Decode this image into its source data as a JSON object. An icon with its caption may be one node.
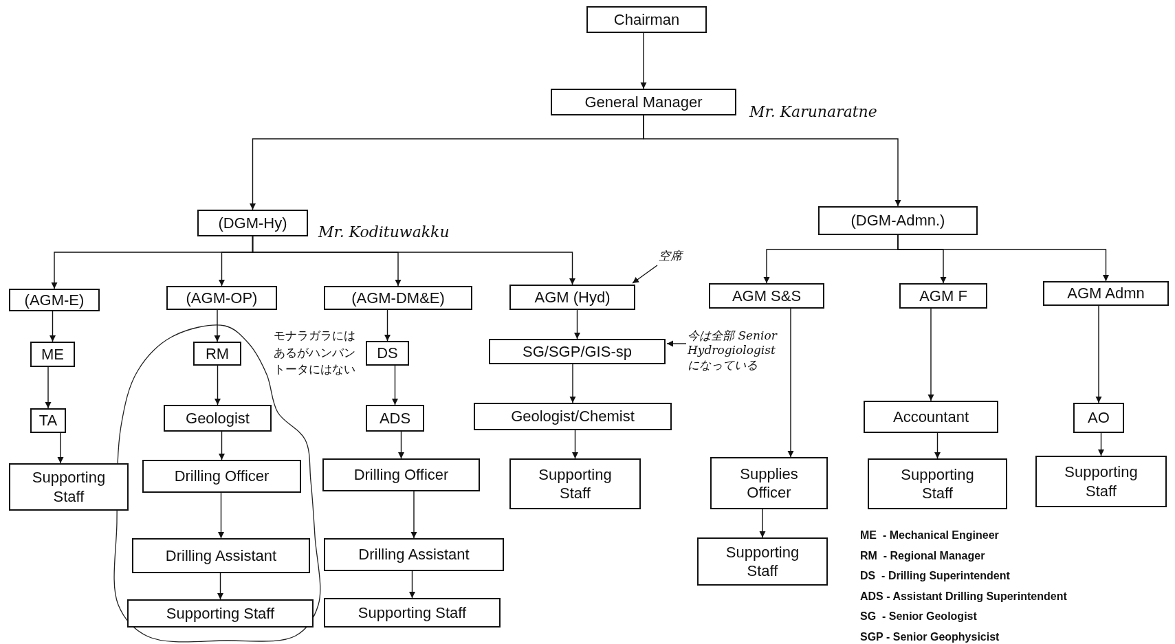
{
  "diagram": {
    "nodes": [
      {
        "text": [
          "Chairman"
        ]
      },
      {
        "text": [
          "General Manager"
        ],
        "beside": [
          "Mr. Karunaratne"
        ]
      },
      {
        "text": [
          "(DGM-Hy)"
        ],
        "beside": [
          "Mr. Kodituwakku"
        ]
      },
      {
        "text": [
          "(DGM-Admn.)"
        ]
      },
      {
        "text": [
          "(AGM-E)"
        ]
      },
      {
        "text": [
          "(AGM-OP)"
        ]
      },
      {
        "text": [
          "(AGM-DM&E)"
        ]
      },
      {
        "text": [
          "AGM (Hyd)"
        ]
      },
      {
        "text": [
          "AGM S&S"
        ]
      },
      {
        "text": [
          "AGM F"
        ]
      },
      {
        "text": [
          "AGM Admn"
        ]
      },
      {
        "text": [
          "ME"
        ]
      },
      {
        "text": [
          "TA"
        ]
      },
      {
        "text": [
          "Supporting Staff"
        ]
      },
      {
        "text": [
          "RM"
        ]
      },
      {
        "text": [
          "Geologist"
        ]
      },
      {
        "text": [
          "Drilling Officer"
        ]
      },
      {
        "text": [
          "Drilling Assistant"
        ]
      },
      {
        "text": [
          "Supporting Staff"
        ]
      },
      {
        "text": [
          "DS"
        ]
      },
      {
        "text": [
          "ADS"
        ]
      },
      {
        "text": [
          "Drilling Officer"
        ]
      },
      {
        "text": [
          "Drilling Assistant"
        ]
      },
      {
        "text": [
          "Supporting Staff"
        ]
      },
      {
        "text": [
          "SG/SGP/GIS-sp"
        ]
      },
      {
        "text": [
          "Geologist/Chemist"
        ]
      },
      {
        "text": [
          "Supporting Staff"
        ]
      },
      {
        "text": [
          "Supplies Officer"
        ]
      },
      {
        "text": [
          "Supporting Staff"
        ]
      },
      {
        "text": [
          "Accountant"
        ]
      },
      {
        "text": [
          "Supporting Staff"
        ]
      },
      {
        "text": [
          "AO"
        ]
      },
      {
        "text": [
          "Supporting Staff"
        ]
      },
      {
        "text": [
          "空席"
        ]
      },
      {
        "text": [
          "今は全部 Senior Hydrogiologist になっている"
        ]
      }
    ],
    "edges": [
      {
        "from": 0,
        "to": 1,
        "arrow": "to"
      },
      {
        "from": 1,
        "to": 2,
        "arrow": "to"
      },
      {
        "from": 1,
        "to": 3,
        "arrow": "to"
      },
      {
        "from": 2,
        "to": 4,
        "arrow": "to"
      },
      {
        "from": 2,
        "to": 5,
        "arrow": "to"
      },
      {
        "from": 2,
        "to": 6,
        "arrow": "to"
      },
      {
        "from": 2,
        "to": 7,
        "arrow": "to"
      },
      {
        "from": 3,
        "to": 8,
        "arrow": "to"
      },
      {
        "from": 3,
        "to": 9,
        "arrow": "to"
      },
      {
        "from": 3,
        "to": 10,
        "arrow": "to"
      },
      {
        "from": 4,
        "to": 11,
        "arrow": "to"
      },
      {
        "from": 11,
        "to": 12,
        "arrow": "to"
      },
      {
        "from": 12,
        "to": 13,
        "arrow": "to"
      },
      {
        "from": 5,
        "to": 14,
        "arrow": "to"
      },
      {
        "from": 14,
        "to": 15,
        "arrow": "to"
      },
      {
        "from": 15,
        "to": 16,
        "arrow": "to"
      },
      {
        "from": 16,
        "to": 17,
        "arrow": "to"
      },
      {
        "from": 17,
        "to": 18,
        "arrow": "to"
      },
      {
        "from": 6,
        "to": 19,
        "arrow": "to"
      },
      {
        "from": 19,
        "to": 20,
        "arrow": "to"
      },
      {
        "from": 20,
        "to": 21,
        "arrow": "to"
      },
      {
        "from": 21,
        "to": 22,
        "arrow": "to"
      },
      {
        "from": 22,
        "to": 23,
        "arrow": "to"
      },
      {
        "from": 7,
        "to": 24,
        "arrow": "to"
      },
      {
        "from": 24,
        "to": 25,
        "arrow": "to"
      },
      {
        "from": 25,
        "to": 26,
        "arrow": "to"
      },
      {
        "from": 8,
        "to": 27,
        "arrow": "to"
      },
      {
        "from": 27,
        "to": 28,
        "arrow": "to"
      },
      {
        "from": 9,
        "to": 29,
        "arrow": "to"
      },
      {
        "from": 29,
        "to": 30,
        "arrow": "to"
      },
      {
        "from": 10,
        "to": 31,
        "arrow": "to"
      },
      {
        "from": 31,
        "to": 32,
        "arrow": "to"
      },
      {
        "from": 33,
        "to": 7,
        "arrow": "to"
      },
      {
        "from": 34,
        "to": 24,
        "arrow": "to"
      }
    ],
    "labels": [
      "モナラガラにはあるがハンバントータにはない",
      "ME  - Mechanical Engineer",
      "RM  - Regional Manager",
      "DS  - Drilling Superintendent",
      "ADS - Assistant Drilling Superintendent",
      "SG  - Senior Geologist",
      "SGP - Senior Geophysicist"
    ]
  }
}
